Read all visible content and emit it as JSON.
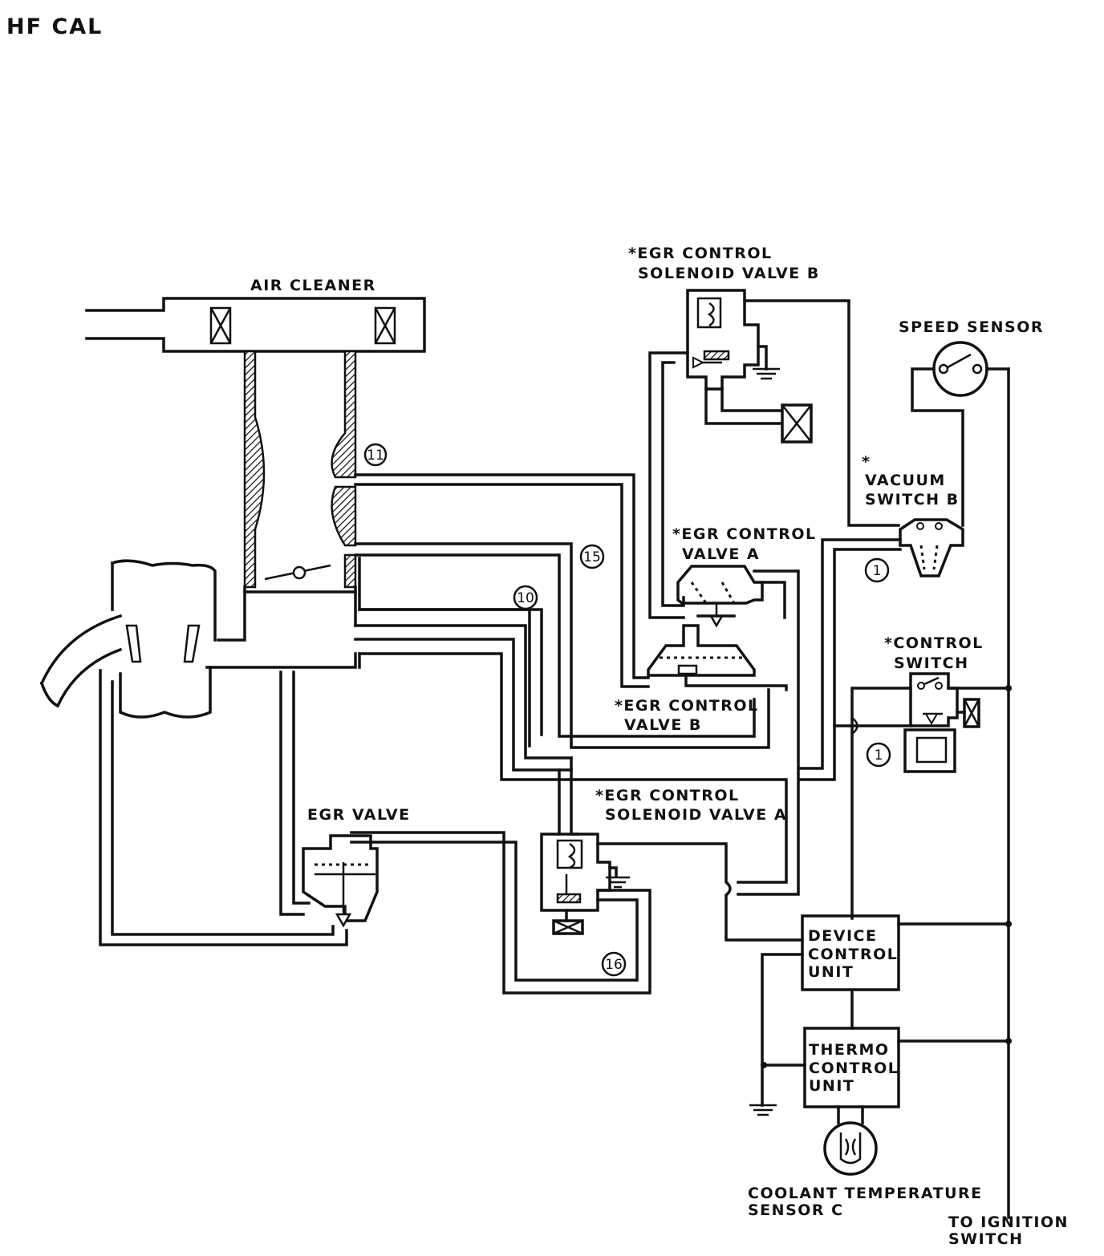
{
  "header": {
    "title": "HF  CAL"
  },
  "labels": {
    "air_cleaner": "AIR CLEANER",
    "egr_control_solenoid_valve_b": [
      "*EGR CONTROL",
      "SOLENOID VALVE B"
    ],
    "speed_sensor": "SPEED SENSOR",
    "vacuum_switch_b": [
      "*",
      "VACUUM",
      "SWITCH B"
    ],
    "egr_control_valve_a": [
      "*EGR CONTROL",
      "VALVE A"
    ],
    "control_switch": [
      "*CONTROL",
      "SWITCH"
    ],
    "egr_control_valve_b": [
      "*EGR CONTROL",
      "VALVE B"
    ],
    "egr_control_solenoid_valve_a": [
      "*EGR CONTROL",
      "SOLENOID VALVE A"
    ],
    "egr_valve": "EGR VALVE",
    "device_control_unit": [
      "DEVICE",
      "CONTROL",
      "UNIT"
    ],
    "thermo_control_unit": [
      "THERMO",
      "CONTROL",
      "UNIT"
    ],
    "coolant_temperature_sensor": [
      "COOLANT TEMPERATURE",
      "SENSOR C"
    ],
    "to_ignition_switch": [
      "TO IGNITION",
      "SWITCH"
    ]
  },
  "hose_numbers": {
    "n11": "11",
    "n15": "15",
    "n10": "10",
    "n1a": "1",
    "n1b": "1",
    "n16": "16"
  }
}
